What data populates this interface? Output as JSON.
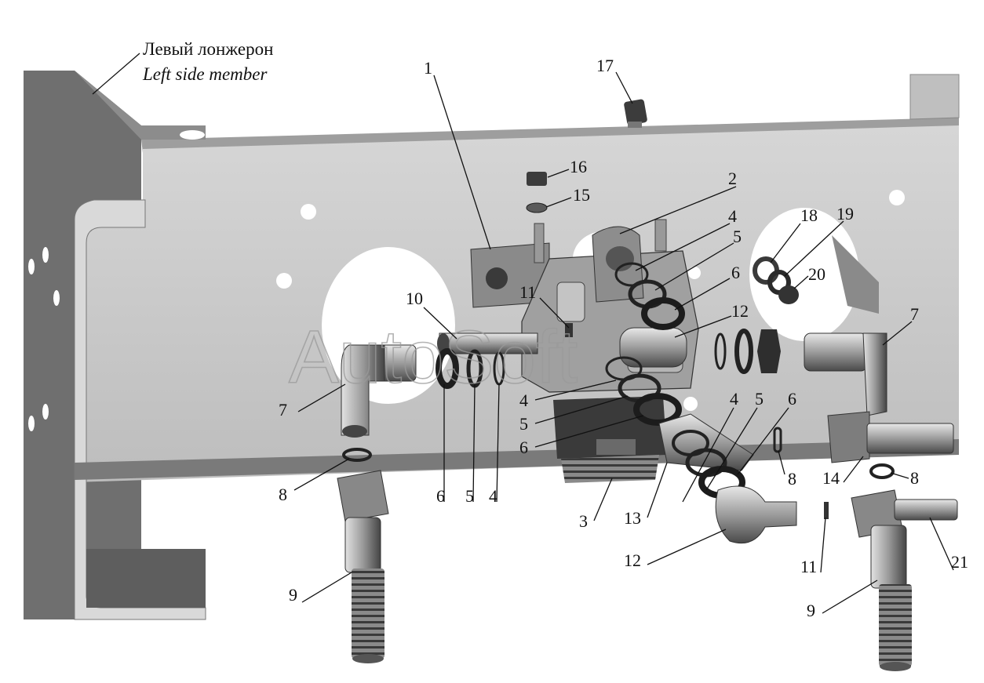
{
  "caption": {
    "ru": "Левый лонжерон",
    "en": "Left side member"
  },
  "watermark": "AutoSoft",
  "callouts": [
    "1",
    "2",
    "3",
    "4",
    "5",
    "6",
    "7",
    "8",
    "9",
    "10",
    "11",
    "12",
    "13",
    "14",
    "15",
    "16",
    "17",
    "18",
    "19",
    "20",
    "21"
  ],
  "colors": {
    "frame_face": "#c9c9c9",
    "frame_dark": "#6e6e6e",
    "part_gray": "#a8a8a8",
    "part_dark": "#3c3c3c",
    "background": "#ffffff"
  }
}
